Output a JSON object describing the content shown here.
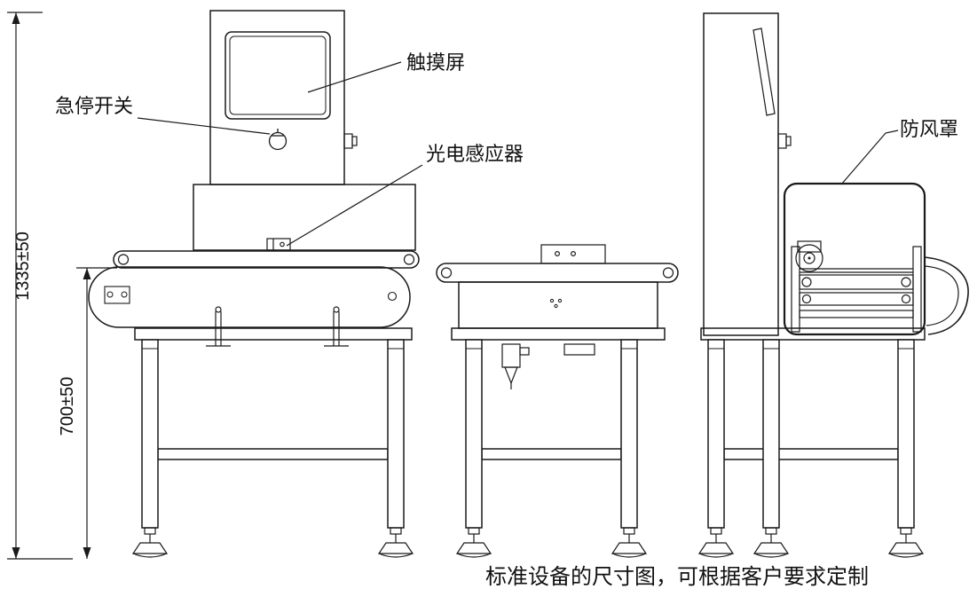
{
  "labels": {
    "touchscreen": "触摸屏",
    "emergency_stop": "急停开关",
    "photo_sensor": "光电感应器",
    "windshield": "防风罩"
  },
  "dimensions": {
    "total_height": "1335±50",
    "table_height": "700±50"
  },
  "caption": "标准设备的尺寸图，可根据客户要求定制",
  "colors": {
    "line": "#1a1a1a",
    "background": "#ffffff"
  }
}
